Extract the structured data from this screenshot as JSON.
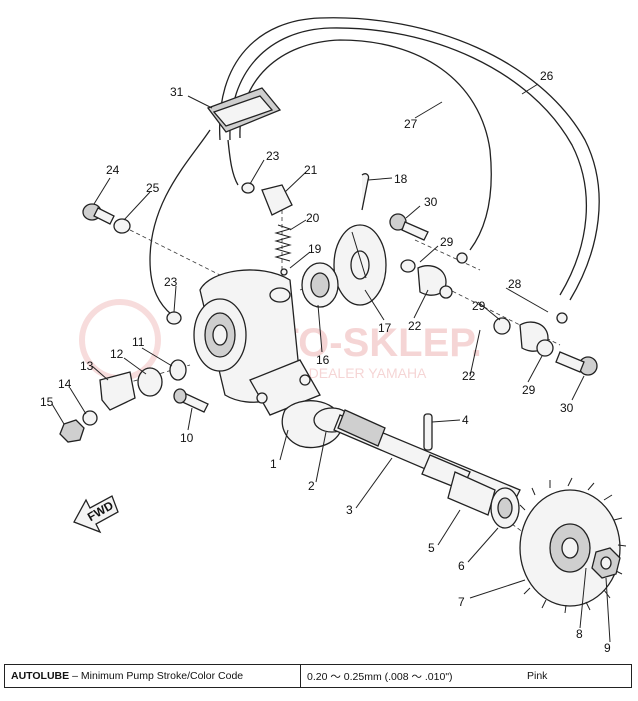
{
  "watermark": {
    "main": "MOTO-SKLEP.",
    "sub": "ALEWICZ | DEALER YAMAHA"
  },
  "callouts": [
    "1",
    "2",
    "3",
    "4",
    "5",
    "6",
    "7",
    "8",
    "9",
    "10",
    "11",
    "12",
    "13",
    "14",
    "15",
    "16",
    "17",
    "18",
    "19",
    "20",
    "21",
    "22",
    "22",
    "23",
    "23",
    "24",
    "25",
    "26",
    "27",
    "28",
    "29",
    "29",
    "29",
    "30",
    "30",
    "31"
  ],
  "direction_label": "FWD",
  "spec": {
    "label_bold": "AUTOLUBE",
    "label_rest": "– Minimum Pump Stroke/Color Code",
    "value": "0.20 ～ 0.25mm (.008 ～ .010\")",
    "color": "Pink"
  }
}
